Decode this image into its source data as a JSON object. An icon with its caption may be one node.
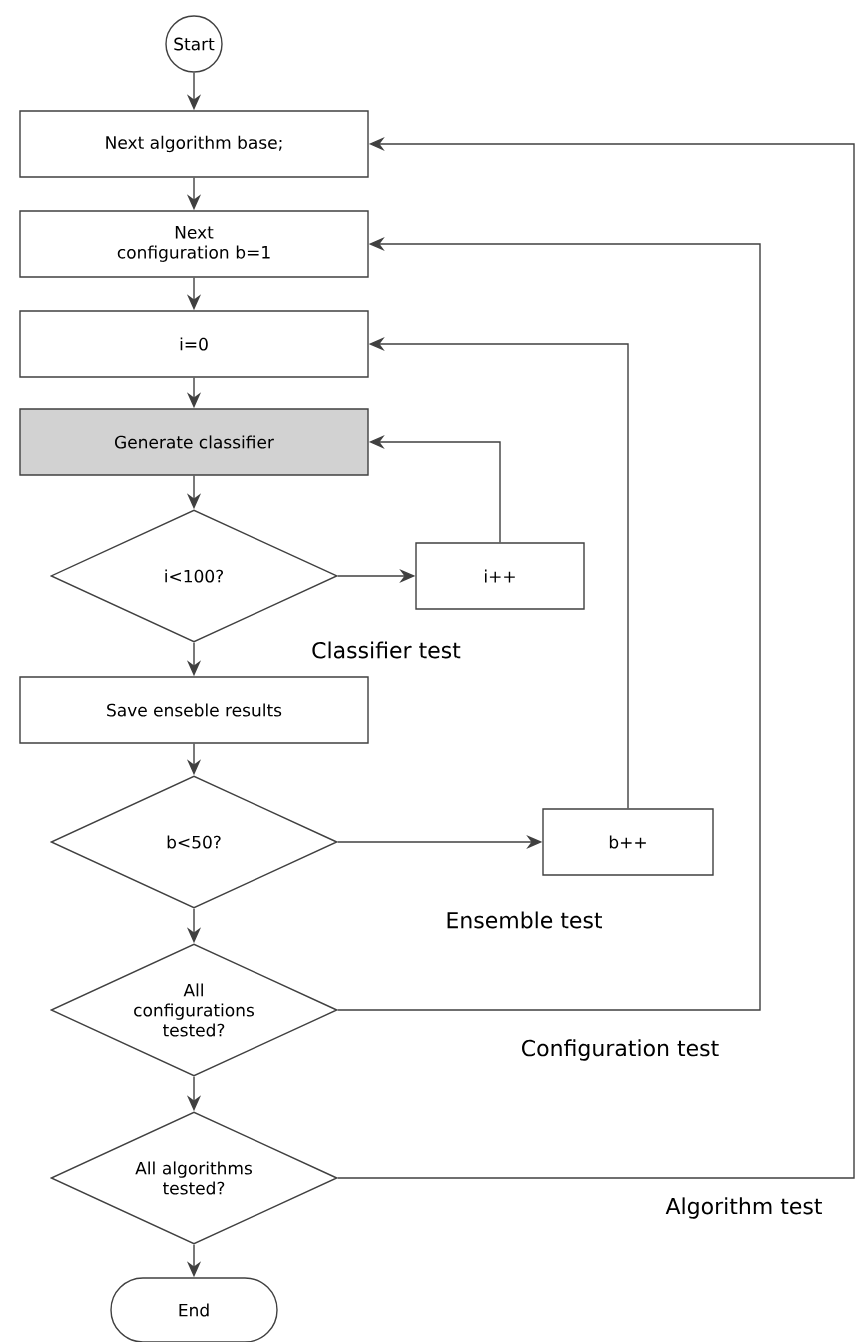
{
  "diagram": {
    "nodes": [
      {
        "text": [
          "Start"
        ]
      },
      {
        "text": [
          "Next algorithm base;"
        ]
      },
      {
        "text": [
          "Next configuration b=1"
        ]
      },
      {
        "text": [
          "i=0"
        ]
      },
      {
        "text": [
          "Generate classifier"
        ]
      },
      {
        "text": [
          "i<100?"
        ]
      },
      {
        "text": [
          "i++"
        ]
      },
      {
        "text": [
          "Save enseble results"
        ]
      },
      {
        "text": [
          "b<50?"
        ]
      },
      {
        "text": [
          "b++"
        ]
      },
      {
        "text": [
          "All configurations tested?"
        ]
      },
      {
        "text": [
          "All algorithms tested?"
        ]
      },
      {
        "text": [
          "End"
        ]
      }
    ],
    "edges": [
      {
        "from": 0,
        "to": 1,
        "arrow": "to"
      },
      {
        "from": 1,
        "to": 2,
        "arrow": "to"
      },
      {
        "from": 2,
        "to": 3,
        "arrow": "to"
      },
      {
        "from": 3,
        "to": 4,
        "arrow": "to"
      },
      {
        "from": 4,
        "to": 5,
        "arrow": "to"
      },
      {
        "from": 5,
        "to": 6,
        "arrow": "to"
      },
      {
        "from": 6,
        "to": 4,
        "arrow": "to"
      },
      {
        "from": 5,
        "to": 7,
        "arrow": "to"
      },
      {
        "from": 7,
        "to": 8,
        "arrow": "to"
      },
      {
        "from": 8,
        "to": 9,
        "arrow": "to"
      },
      {
        "from": 9,
        "to": 3,
        "arrow": "to"
      },
      {
        "from": 8,
        "to": 10,
        "arrow": "to"
      },
      {
        "from": 10,
        "to": 2,
        "arrow": "to"
      },
      {
        "from": 10,
        "to": 11,
        "arrow": "to"
      },
      {
        "from": 11,
        "to": 1,
        "arrow": "to"
      },
      {
        "from": 11,
        "to": 12,
        "arrow": "to"
      }
    ],
    "labels": [
      "Classifier test",
      "Ensemble test",
      "Configuration test",
      "Algorithm test"
    ]
  }
}
